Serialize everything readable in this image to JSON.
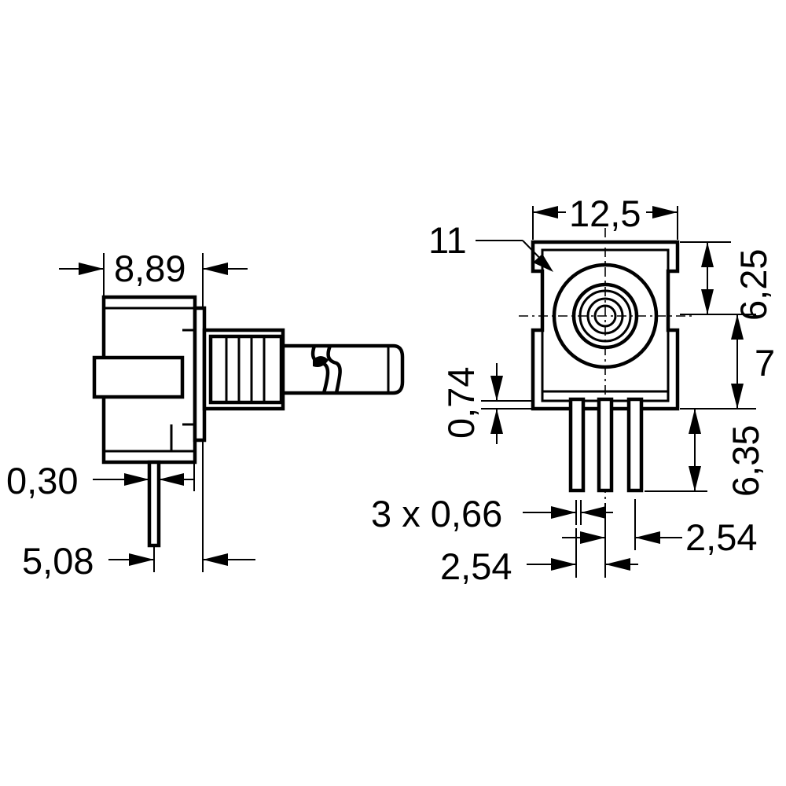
{
  "side_view": {
    "dim_width": "8,89",
    "dim_pin_thickness": "0,30",
    "dim_pin_offset": "5,08"
  },
  "front_view": {
    "dim_width": "12,5",
    "label_part": "11",
    "dim_upper_height": "6,25",
    "dim_mid_height": "7",
    "dim_standoff": "0,74",
    "dim_pin_length": "6,35",
    "dim_pin_width": "3 x 0,66",
    "dim_pitch_right": "2,54",
    "dim_pitch_left": "2,54"
  }
}
